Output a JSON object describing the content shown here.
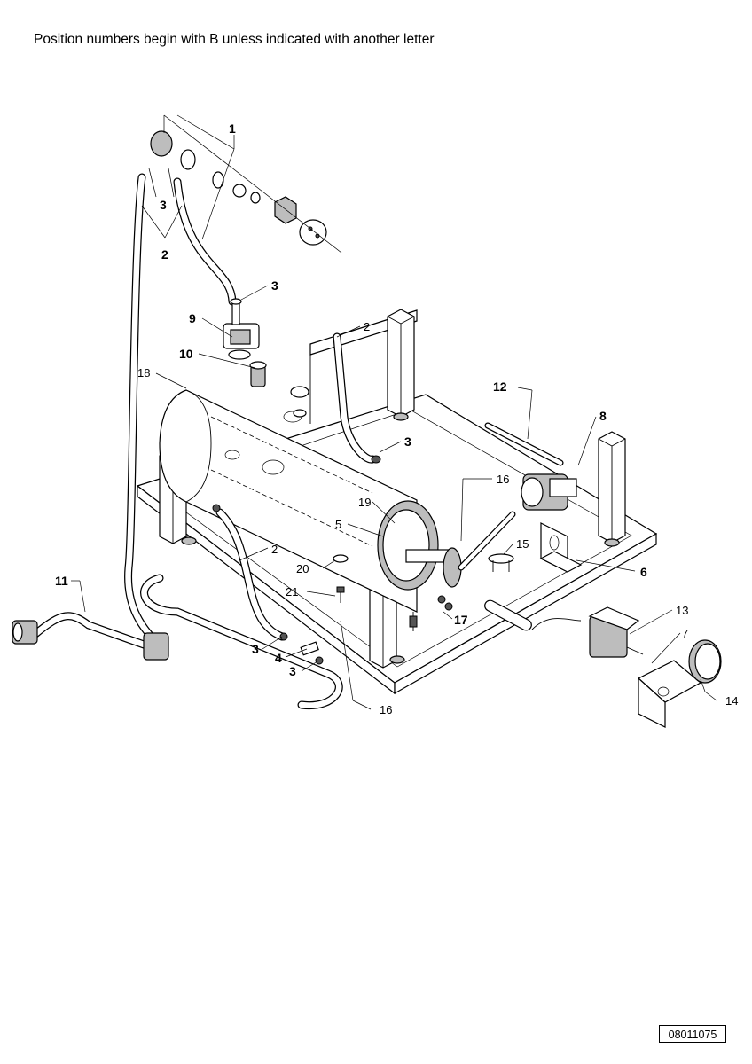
{
  "header": {
    "note": "Position numbers begin with B unless indicated with another letter"
  },
  "footer": {
    "drawing_id": "08011075"
  },
  "callouts": {
    "c1": "1",
    "c2a": "2",
    "c2b": "2",
    "c2c": "2",
    "c3a": "3",
    "c3b": "3",
    "c3c": "3",
    "c3d": "3",
    "c3e": "3",
    "c4": "4",
    "c5": "5",
    "c6": "6",
    "c7": "7",
    "c8": "8",
    "c9": "9",
    "c10": "10",
    "c11": "11",
    "c12": "12",
    "c13": "13",
    "c14": "14",
    "c15": "15",
    "c16a": "16",
    "c16b": "16",
    "c17": "17",
    "c18": "18",
    "c19": "19",
    "c20": "20",
    "c21": "21"
  }
}
